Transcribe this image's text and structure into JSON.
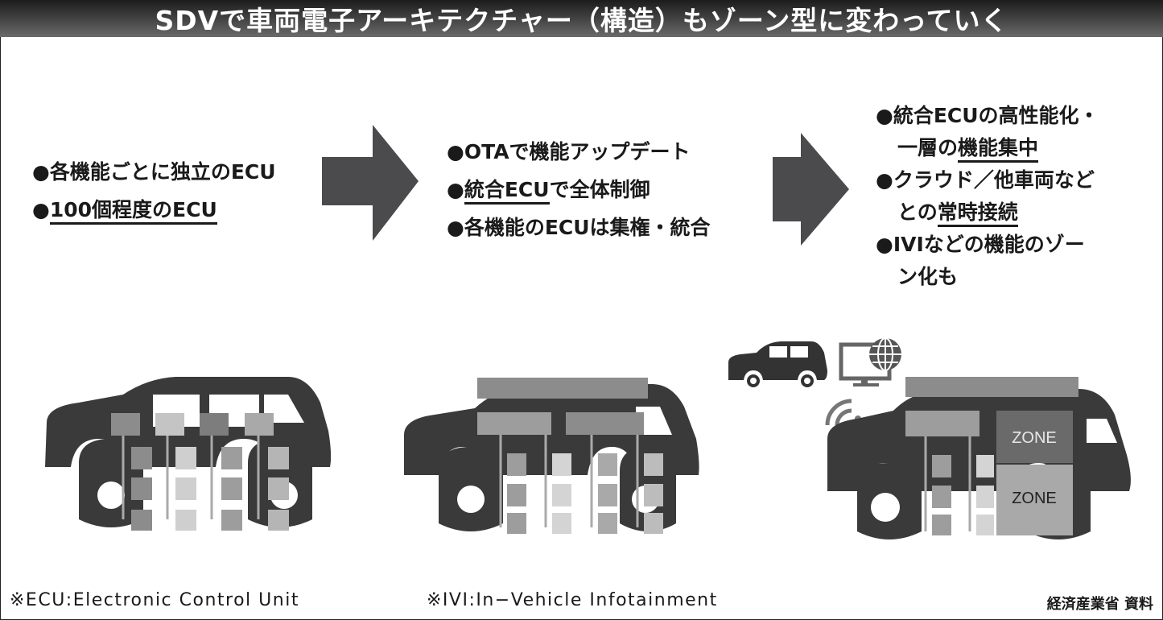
{
  "title": "SDVで車両電子アーキテクチャー（構造）もゾーン型に変わっていく",
  "stages": [
    {
      "bullets": [
        {
          "marker": "●",
          "pre": "各機能ごとに独立のECU",
          "u": "",
          "post": ""
        },
        {
          "marker": "●",
          "pre": "",
          "u": "100個程度のECU",
          "post": ""
        }
      ]
    },
    {
      "bullets": [
        {
          "marker": "●",
          "pre": "OTAで機能アップデート",
          "u": "",
          "post": ""
        },
        {
          "marker": "●",
          "pre": "",
          "u": "統合ECU",
          "post": "で全体制御"
        },
        {
          "marker": "●",
          "pre": "各機能のECUは集権・統合",
          "u": "",
          "post": ""
        }
      ]
    },
    {
      "bullets": [
        {
          "marker": "●",
          "pre": "統合ECUの高性能化・",
          "u": "",
          "post": ""
        },
        {
          "marker": "",
          "pre": "一層の",
          "u": "機能集中",
          "post": ""
        },
        {
          "marker": "●",
          "pre": "クラウド／他車両など",
          "u": "",
          "post": ""
        },
        {
          "marker": "",
          "pre": "との",
          "u": "常時接続",
          "post": ""
        },
        {
          "marker": "●",
          "pre": "IVIなどの機能のゾー",
          "u": "",
          "post": ""
        },
        {
          "marker": "",
          "pre": "ン化も",
          "u": "",
          "post": ""
        }
      ]
    }
  ],
  "illustrations": {
    "zone_labels": [
      "ZONE",
      "ZONE"
    ],
    "icons": [
      "car-distributed-ecu-icon",
      "car-centralized-ecu-icon",
      "car-zonal-ecu-icon",
      "small-car-icon",
      "monitor-globe-icon",
      "wifi-signal-icon"
    ]
  },
  "footnotes": {
    "ecu": "※ECU:Electronic Control Unit",
    "ivi": "※IVI:In−Vehicle Infotainment"
  },
  "source": "経済産業省 資料",
  "colors": {
    "car_body": "#3a3a3a",
    "arrow": "#4b4b4d",
    "ecu_dark": "#8c8c8c",
    "ecu_mid": "#a9a9a9",
    "ecu_light": "#cfcfcf"
  }
}
